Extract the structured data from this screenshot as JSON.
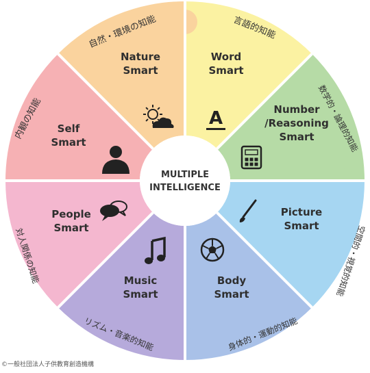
{
  "center": {
    "line1": "MULTIPLE",
    "line2": "INTELLIGENCE"
  },
  "segments": [
    {
      "id": "word",
      "color": "#fbf2a2",
      "icon": "letter-a-icon",
      "title_lines": [
        "Word",
        "Smart"
      ],
      "japanese": "言語的知能"
    },
    {
      "id": "number",
      "color": "#b6dba6",
      "icon": "calculator-icon",
      "title_lines": [
        "Number",
        "/Reasoning",
        "Smart"
      ],
      "japanese": "数学的・論理的知能"
    },
    {
      "id": "picture",
      "color": "#a6d6f2",
      "icon": "paintbrush-icon",
      "title_lines": [
        "Picture",
        "Smart"
      ],
      "japanese": "空間的・視覚的知能"
    },
    {
      "id": "body",
      "color": "#a9c1e8",
      "icon": "soccer-ball-icon",
      "title_lines": [
        "Body",
        "Smart"
      ],
      "japanese": "身体的・運動的知能"
    },
    {
      "id": "music",
      "color": "#b6aadb",
      "icon": "music-note-icon",
      "title_lines": [
        "Music",
        "Smart"
      ],
      "japanese": "リズム・音楽的知能"
    },
    {
      "id": "people",
      "color": "#f4b7cf",
      "icon": "speech-bubbles-icon",
      "title_lines": [
        "People",
        "Smart"
      ],
      "japanese": "対人関係の知能"
    },
    {
      "id": "self",
      "color": "#f6b1b4",
      "icon": "person-icon",
      "title_lines": [
        "Self",
        "Smart"
      ],
      "japanese": "内観の知能"
    },
    {
      "id": "nature",
      "color": "#fad39e",
      "icon": "sun-cloud-icon",
      "title_lines": [
        "Nature",
        "Smart"
      ],
      "japanese": "自然・環境の知能"
    }
  ],
  "copyright": "©一般社団法人子供教育創造機構"
}
